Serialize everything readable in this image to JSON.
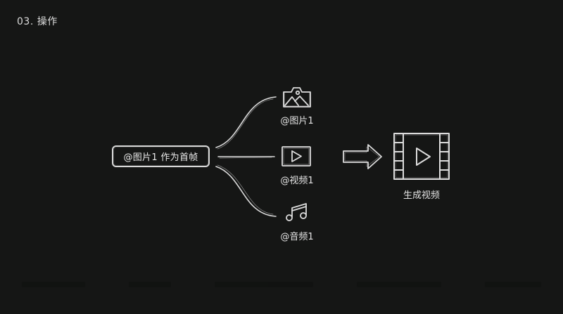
{
  "header": {
    "section_title": "03. 操作"
  },
  "diagram": {
    "source": {
      "label": "@图片1 作为首帧"
    },
    "inputs": [
      {
        "label": "@图片1",
        "icon": "image-icon"
      },
      {
        "label": "@视频1",
        "icon": "video-play-icon"
      },
      {
        "label": "@音频1",
        "icon": "music-note-icon"
      }
    ],
    "arrow": {
      "icon": "right-arrow-icon"
    },
    "output": {
      "label": "生成视频",
      "icon": "film-strip-play-icon"
    }
  },
  "colors": {
    "background": "#151615",
    "stroke": "#e0e0e0",
    "text": "#e6e6e6"
  }
}
